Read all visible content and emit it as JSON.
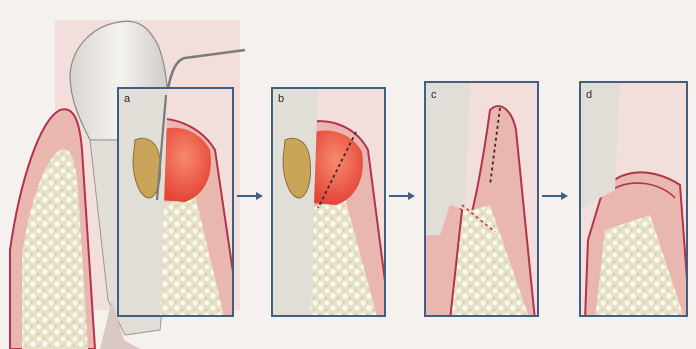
{
  "panels": [
    {
      "id": "a",
      "label": "a"
    },
    {
      "id": "b",
      "label": "b"
    },
    {
      "id": "c",
      "label": "c"
    },
    {
      "id": "d",
      "label": "d"
    }
  ],
  "colors": {
    "frame": "#3f5f84",
    "gum": "#e9b7b0",
    "gum_dark": "#b2334a",
    "inflamed": "#ee5a45",
    "bone": "#e6e2c8",
    "tooth": "#eae8e5",
    "calculus": "#c9a55a",
    "background": "#f4f1ee"
  }
}
